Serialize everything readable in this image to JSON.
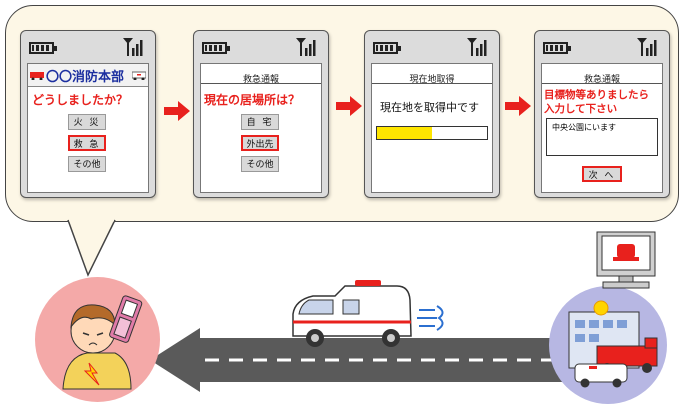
{
  "phones": [
    {
      "brand": "〇〇消防本部",
      "question": "どうしましたか？",
      "options": [
        "火 災",
        "救 急",
        "その他"
      ]
    },
    {
      "header": "救急通報",
      "question": "現在の居場所は？",
      "options": [
        "自 宅",
        "外出先",
        "その他"
      ]
    },
    {
      "header": "現在地取得",
      "status": "現在地を取得中です",
      "progress": 0.5
    },
    {
      "header": "救急通報",
      "prompt_line1": "目標物等ありましたら",
      "prompt_line2": "入力して下さい",
      "input_value": "中央公園にいます",
      "next_label": "次 へ"
    }
  ],
  "colors": {
    "accent_red": "#e8211d",
    "progress_yellow": "#ffe600",
    "bubble": "#fdf7e6",
    "road": "#5a5a5a",
    "caller_circle": "#f4a9a8",
    "station_circle": "#b7b7e3"
  }
}
